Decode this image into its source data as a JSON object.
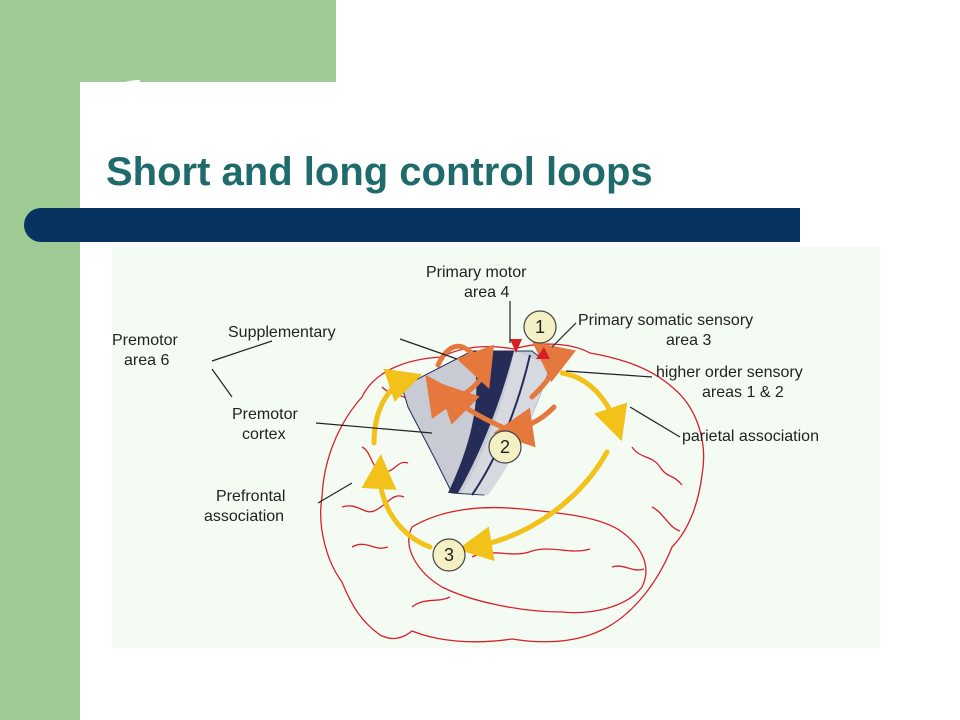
{
  "slide": {
    "title": "Short and long control loops"
  },
  "colors": {
    "side_band": "#9ecb94",
    "title_text": "#1f6b6b",
    "title_bar": "#06335f",
    "figure_bg": "#f3fbf3",
    "brain_outline": "#d8202a",
    "cortex_fill": "#c8cbd3",
    "cortex_dark": "#262c58",
    "short_loop": "#e5783d",
    "long_loop": "#f2c21b",
    "red_arrow": "#d5202a",
    "marker_fill": "#f5f0c4"
  },
  "figure": {
    "labels": {
      "primary_motor_l1": "Primary motor",
      "primary_motor_l2": "area 4",
      "premotor_l1": "Premotor",
      "premotor_l2": "area 6",
      "supplementary": "Supplementary",
      "premotor_cortex_l1": "Premotor",
      "premotor_cortex_l2": "cortex",
      "prefrontal_l1": "Prefrontal",
      "prefrontal_l2": "association",
      "somatic_l1": "Primary somatic sensory",
      "somatic_l2": "area 3",
      "higher_l1": "higher order sensory",
      "higher_l2": "areas 1 & 2",
      "parietal": "parietal association"
    },
    "markers": [
      "1",
      "2",
      "3"
    ]
  }
}
